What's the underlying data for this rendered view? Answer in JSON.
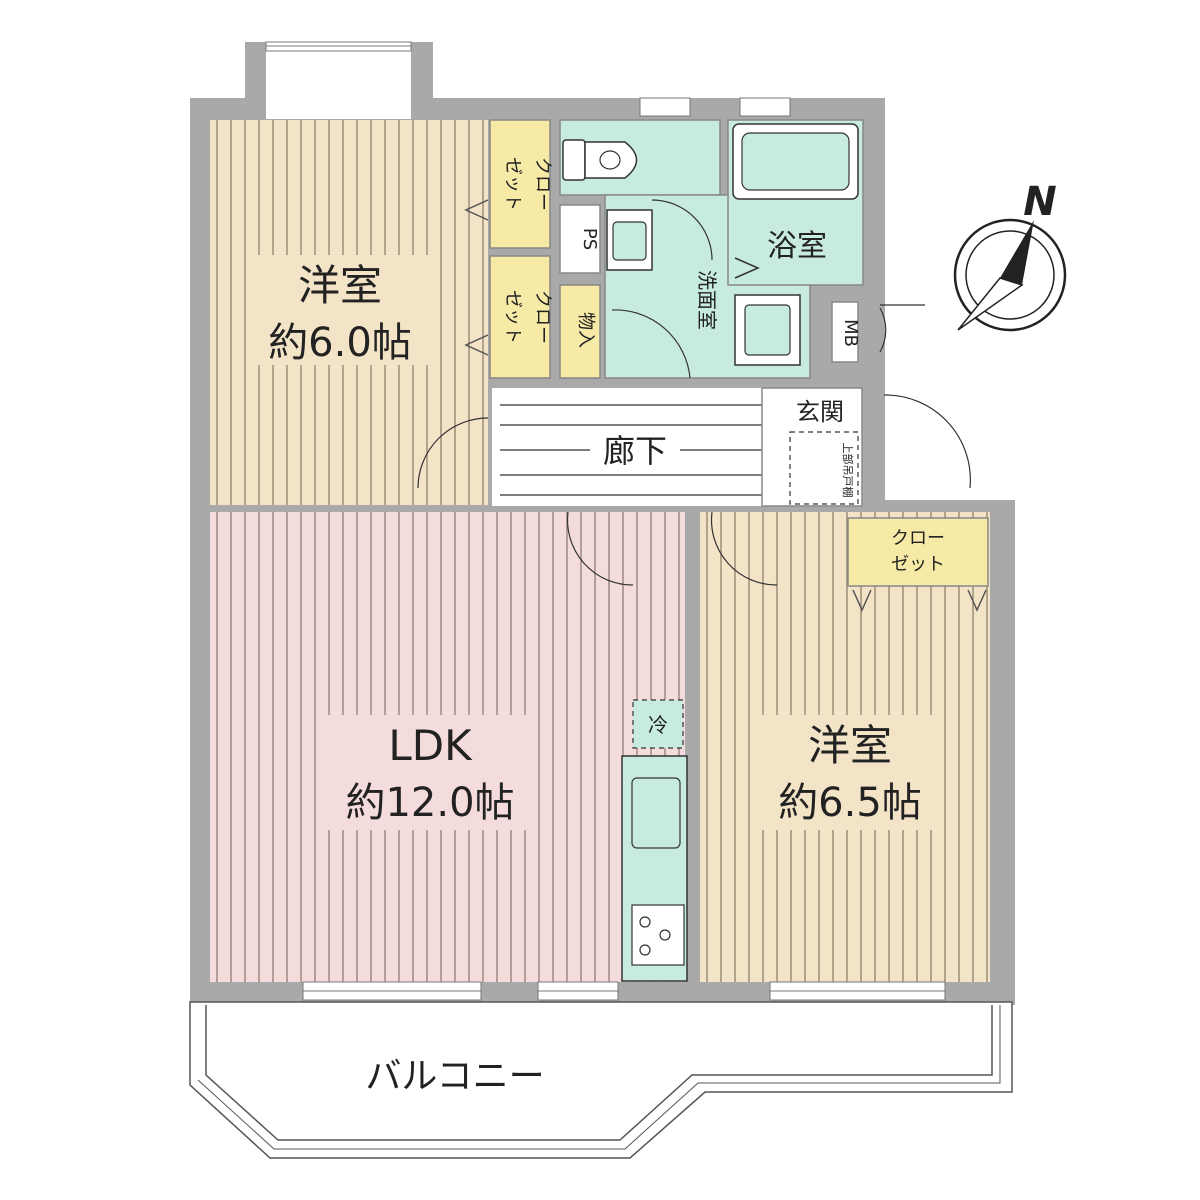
{
  "rooms": {
    "western_nw": {
      "name": "洋室",
      "size": "約6.0帖"
    },
    "ldk": {
      "name": "LDK",
      "size": "約12.0帖"
    },
    "western_se": {
      "name": "洋室",
      "size": "約6.5帖"
    },
    "bath": {
      "name": "浴室"
    },
    "washroom": {
      "name": "洗面室"
    },
    "corridor": {
      "name": "廊下"
    },
    "entrance": {
      "name": "玄関"
    },
    "balcony": {
      "name": "バルコニー"
    }
  },
  "fixtures": {
    "closet_top_line1": "クロー",
    "closet_top_line2": "ゼット",
    "closet_mid_line1": "クロー",
    "closet_mid_line2": "ゼット",
    "closet_right_line1": "クロー",
    "closet_right_line2": "ゼット",
    "pipe_space": "PS",
    "storage": "物入",
    "meter_box": "MB",
    "upper_shelf": "上部吊戸棚",
    "fridge": "冷"
  },
  "compass": {
    "label": "N"
  },
  "colors": {
    "wall": "#a9a9a9",
    "western_floor": "#f3e4c7",
    "ldk_floor": "#f5dcdc",
    "wet_area": "#c8ebe0",
    "closet": "#f6eaa6",
    "floor_lines": "#5a4a3a"
  }
}
